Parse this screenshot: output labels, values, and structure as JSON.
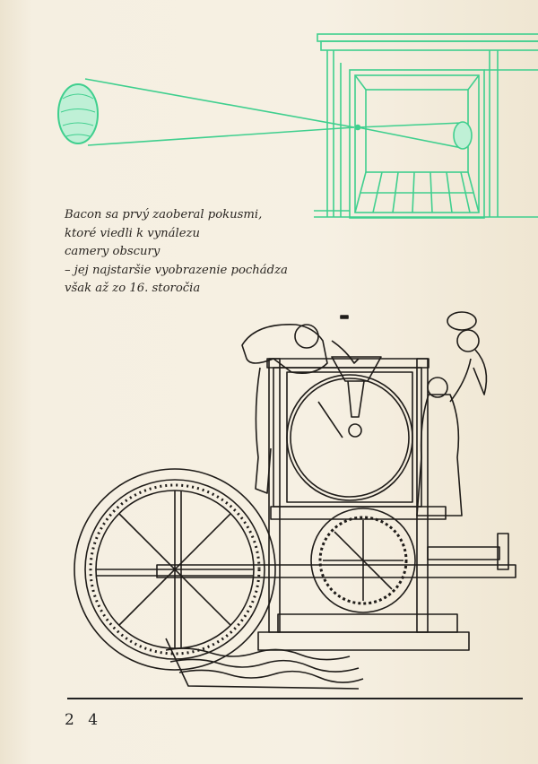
{
  "caption": {
    "lines": [
      "Bacon sa prvý zaoberal pokusmi,",
      "ktoré viedli k vynálezu",
      "camery obscury",
      "– jej najstaršie vyobrazenie pochádza",
      "však až zo 16. storočia"
    ]
  },
  "footer": {
    "page_number": "2 4"
  },
  "colors": {
    "illustration_green": "#3fcf8e",
    "ink": "#1f1c19",
    "paper": "#f3ecdc"
  }
}
